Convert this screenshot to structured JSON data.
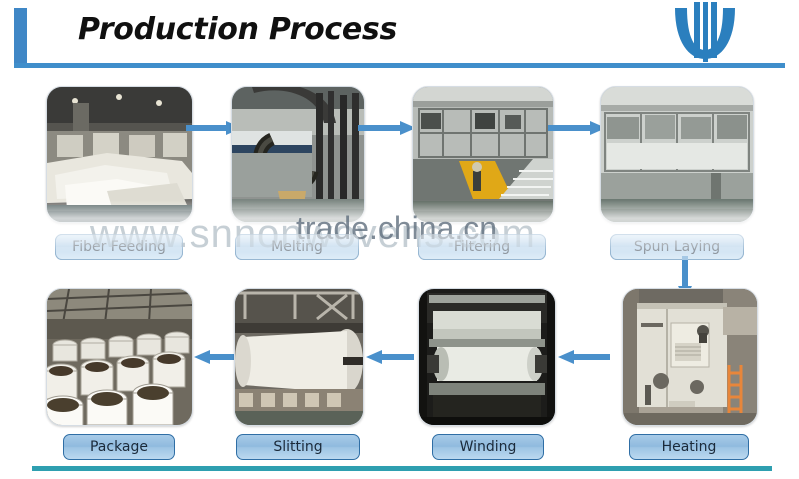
{
  "header": {
    "title": "Production Process",
    "accent_color": "#3f87c6",
    "rule_color": "#3f8ecb",
    "logo_name": "company-logo"
  },
  "footer": {
    "rule_color": "#2e9fb0"
  },
  "watermarks": {
    "primary": "trade.china.cn",
    "secondary": "www.snnonwovens.com"
  },
  "flow": {
    "row1": [
      {
        "label": "Fiber Feeding",
        "scene": "fiber-bales-factory"
      },
      {
        "label": "Melting",
        "scene": "melting-extruder-ducts"
      },
      {
        "label": "Filtering",
        "scene": "filtering-machinery-stairs"
      },
      {
        "label": "Spun Laying",
        "scene": "spun-laying-line"
      }
    ],
    "row2": [
      {
        "label": "Package",
        "scene": "warehouse-fabric-rolls"
      },
      {
        "label": "Slitting",
        "scene": "slitting-machine"
      },
      {
        "label": "Winding",
        "scene": "winding-roller"
      },
      {
        "label": "Heating",
        "scene": "heating-oven-cabinet"
      }
    ],
    "arrows": [
      {
        "name": "arrow-fiber-to-melting",
        "direction": "right"
      },
      {
        "name": "arrow-melting-to-filtering",
        "direction": "right"
      },
      {
        "name": "arrow-filtering-to-spun",
        "direction": "right"
      },
      {
        "name": "arrow-spun-to-heating",
        "direction": "down"
      },
      {
        "name": "arrow-heating-to-winding",
        "direction": "left"
      },
      {
        "name": "arrow-winding-to-slitting",
        "direction": "left"
      },
      {
        "name": "arrow-slitting-to-package",
        "direction": "left"
      }
    ],
    "arrow_color": "#4a90cb"
  }
}
